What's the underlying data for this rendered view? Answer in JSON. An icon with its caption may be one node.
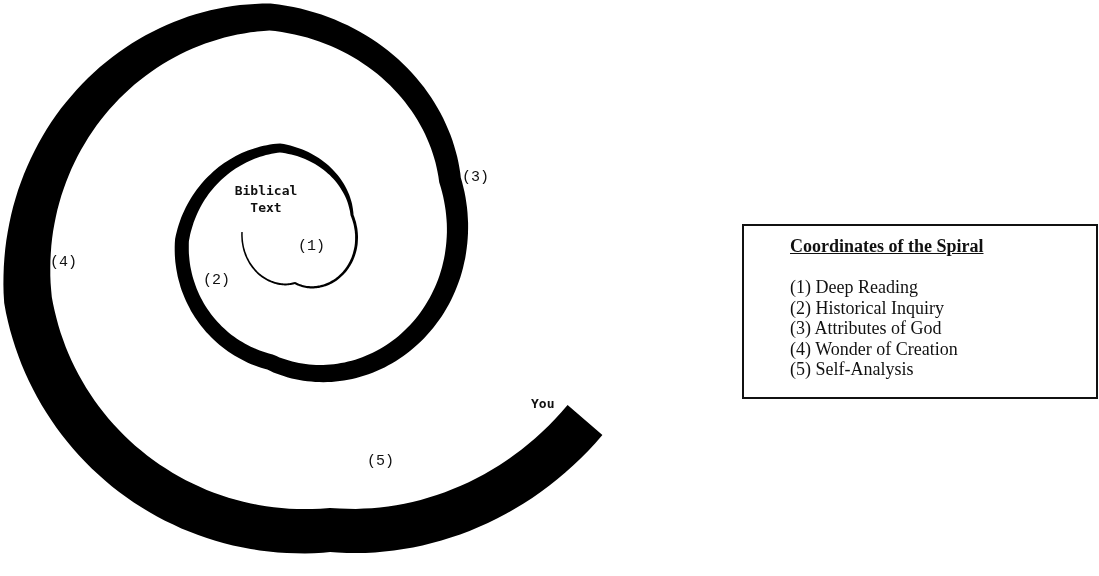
{
  "diagram": {
    "nodes": [
      {
        "text": [
          "Coordinates of the Spiral",
          "(1) Deep Reading",
          "(2) Historical Inquiry",
          "(3) Attributes of God",
          "(4) Wonder of Creation",
          "(5) Self-Analysis"
        ]
      }
    ],
    "edges": [],
    "labels": [
      "Biblical Text",
      "(3)",
      "(1)",
      "(4)",
      "(2)",
      "You",
      "(5)"
    ]
  }
}
